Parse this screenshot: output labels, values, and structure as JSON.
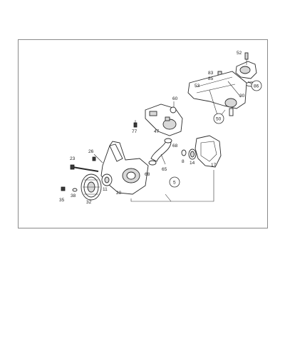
{
  "diagram": {
    "callouts": {
      "c52": "52",
      "c53": "53",
      "c83": "83",
      "c85": "85",
      "c86": "86",
      "c30": "30",
      "c50": "50",
      "c60": "60",
      "c47": "47",
      "c77": "77",
      "c68a": "68",
      "c68b": "68",
      "c65": "65",
      "c8": "8",
      "c14": "14",
      "c17": "17",
      "c5": "5",
      "c23": "23",
      "c26": "26",
      "c11": "11",
      "c20": "20",
      "c35": "35",
      "c38": "38",
      "c32": "32"
    }
  }
}
